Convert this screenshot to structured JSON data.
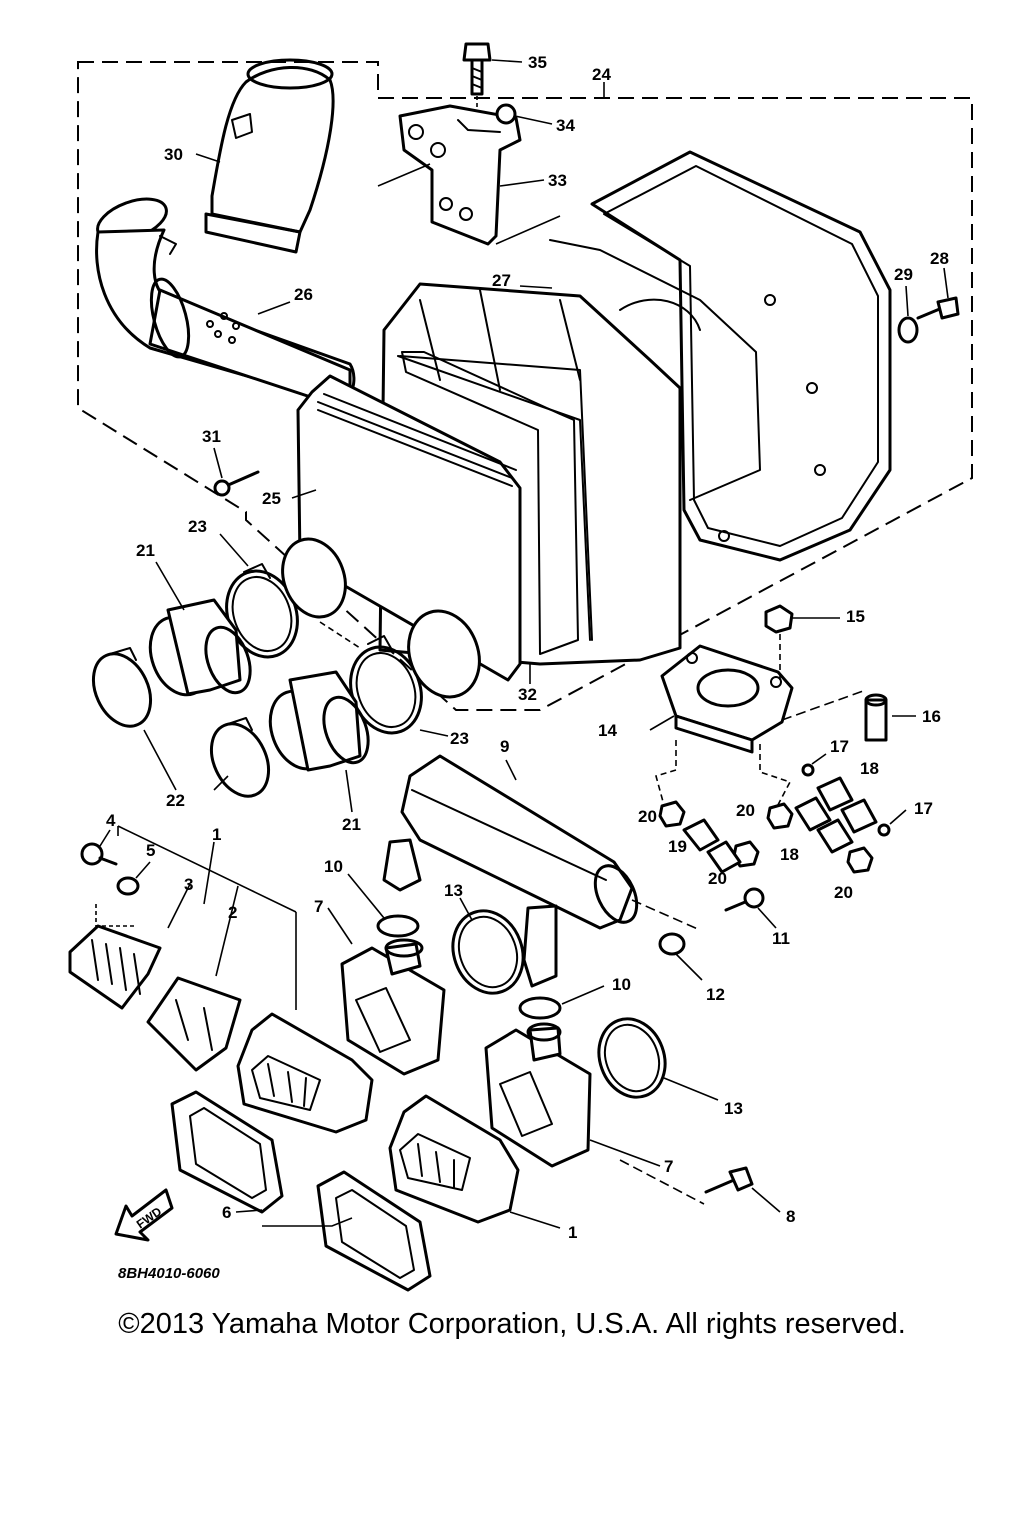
{
  "callouts": [
    {
      "id": "c35",
      "text": "35"
    },
    {
      "id": "c24",
      "text": "24"
    },
    {
      "id": "c34",
      "text": "34"
    },
    {
      "id": "c30",
      "text": "30"
    },
    {
      "id": "c33",
      "text": "33"
    },
    {
      "id": "c26",
      "text": "26"
    },
    {
      "id": "c27",
      "text": "27"
    },
    {
      "id": "c28",
      "text": "28"
    },
    {
      "id": "c29",
      "text": "29"
    },
    {
      "id": "c31",
      "text": "31"
    },
    {
      "id": "c25",
      "text": "25"
    },
    {
      "id": "c23a",
      "text": "23"
    },
    {
      "id": "c21a",
      "text": "21"
    },
    {
      "id": "c15",
      "text": "15"
    },
    {
      "id": "c32",
      "text": "32"
    },
    {
      "id": "c14",
      "text": "14"
    },
    {
      "id": "c16",
      "text": "16"
    },
    {
      "id": "c23b",
      "text": "23"
    },
    {
      "id": "c9",
      "text": "9"
    },
    {
      "id": "c17a",
      "text": "17"
    },
    {
      "id": "c18a",
      "text": "18"
    },
    {
      "id": "c22",
      "text": "22"
    },
    {
      "id": "c21b",
      "text": "21"
    },
    {
      "id": "c20a",
      "text": "20"
    },
    {
      "id": "c20b",
      "text": "20"
    },
    {
      "id": "c17b",
      "text": "17"
    },
    {
      "id": "c4",
      "text": "4"
    },
    {
      "id": "c1a",
      "text": "1"
    },
    {
      "id": "c5",
      "text": "5"
    },
    {
      "id": "c19",
      "text": "19"
    },
    {
      "id": "c18b",
      "text": "18"
    },
    {
      "id": "c10a",
      "text": "10"
    },
    {
      "id": "c20c",
      "text": "20"
    },
    {
      "id": "c20d",
      "text": "20"
    },
    {
      "id": "c3",
      "text": "3"
    },
    {
      "id": "c2",
      "text": "2"
    },
    {
      "id": "c7a",
      "text": "7"
    },
    {
      "id": "c13a",
      "text": "13"
    },
    {
      "id": "c11",
      "text": "11"
    },
    {
      "id": "c12",
      "text": "12"
    },
    {
      "id": "c10b",
      "text": "10"
    },
    {
      "id": "c13b",
      "text": "13"
    },
    {
      "id": "c7b",
      "text": "7"
    },
    {
      "id": "c8",
      "text": "8"
    },
    {
      "id": "c6",
      "text": "6"
    },
    {
      "id": "c1b",
      "text": "1"
    }
  ],
  "arrow_text": "FWD",
  "diagram_code": "8BH4010-6060",
  "copyright": "©2013 Yamaha Motor Corporation, U.S.A. All rights reserved."
}
